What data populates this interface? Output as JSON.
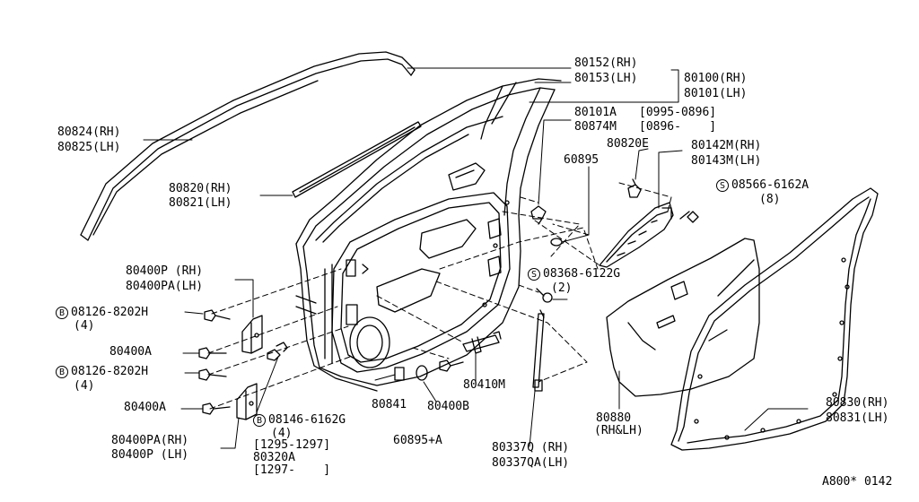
{
  "labels": {
    "p80152": "80152(RH)",
    "p80153": "80153(LH)",
    "p80100": "80100(RH)",
    "p80101": "80101(LH)",
    "p80824": "80824(RH)",
    "p80825": "80825(LH)",
    "p80101a": "80101A",
    "p80101a_date": "[0995-0896]",
    "p80874m": "80874M",
    "p80874m_date": "[0896-    ]",
    "p80820e": "80820E",
    "p80142m": "80142M(RH)",
    "p80143m": "80143M(LH)",
    "p60895_top": "60895",
    "p08566": "08566-6162A",
    "p08566_qty": "(8)",
    "p80820": "80820(RH)",
    "p80821": "80821(LH)",
    "p80400p_rh": "80400P (RH)",
    "p80400pa_lh": "80400PA(LH)",
    "p08126_a": "08126-8202H",
    "p08126_a_qty": "(4)",
    "p08368": "08368-6122G",
    "p08368_qty": "(2)",
    "p80400a_1": "80400A",
    "p08126_b": "08126-8202H",
    "p08126_b_qty": "(4)",
    "p80400a_2": "80400A",
    "p80841": "80841",
    "p80400b": "80400B",
    "p80410m": "80410M",
    "p08146": "08146-6162G",
    "p08146_qty": "(4)",
    "p80400pa_rh": "80400PA(RH)",
    "p80400p_lh": "80400P (LH)",
    "p_date1": "[1295-1297]",
    "p80320a": "80320A",
    "p_date2": "[1297-    ]",
    "p60895_a": "60895+A",
    "p80880": "80880",
    "p80880_side": "(RH&LH)",
    "p80337q": "80337Q (RH)",
    "p80337qa": "80337QA(LH)",
    "p80830": "80830(RH)",
    "p80831": "80831(LH)",
    "code": "A800* 0142"
  },
  "markers": {
    "b": "B",
    "s": "S"
  }
}
